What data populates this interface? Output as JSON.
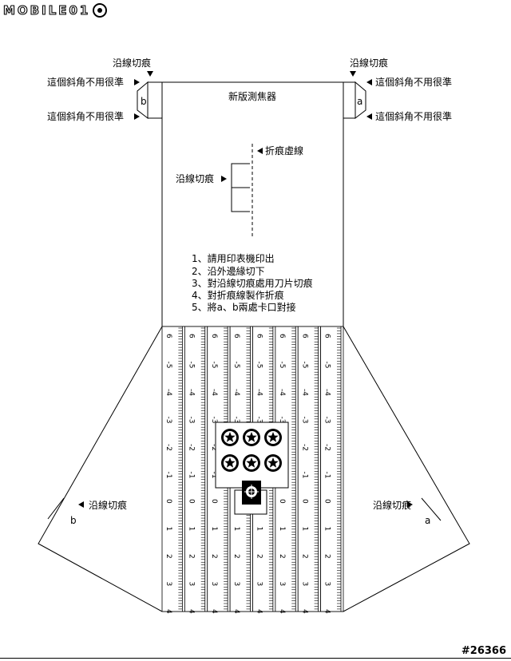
{
  "logo": {
    "text": "MOBILE01"
  },
  "watermark": "#26366",
  "labels": {
    "title": "新版測焦器",
    "cut_line": "沿線切痕",
    "bevel_note": "這個斜角不用很準",
    "fold_line": "折痕虛線",
    "tab_a": "a",
    "tab_b": "b"
  },
  "instructions": [
    "1、請用印表機印出",
    "2、沿外邊緣切下",
    "3、對沿線切痕處用刀片切痕",
    "4、對折痕線製作折痕",
    "5、將a、b兩處卡口對接"
  ],
  "ruler": {
    "column_count": 8,
    "top_labels": [
      "6",
      "-5",
      "-4",
      "-3",
      "-2",
      "-1",
      "0"
    ],
    "bottom_labels": [
      "1",
      "2",
      "3",
      "4"
    ]
  },
  "icons": [
    "aperture-icon",
    "aperture-icon",
    "aperture-icon",
    "aperture-icon",
    "aperture-icon",
    "aperture-icon",
    "focus-target-icon"
  ]
}
